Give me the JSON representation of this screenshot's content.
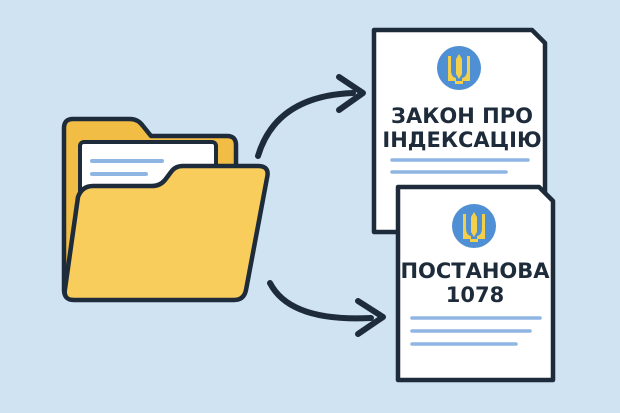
{
  "colors": {
    "background": "#cfe3f3",
    "outline": "#1d2b3a",
    "folder_yellow": "#f8cd5c",
    "folder_back": "#f1bd45",
    "paper": "#ffffff",
    "emblem_blue": "#4f8fd3",
    "emblem_gold": "#f3cf4a",
    "line_blue": "#8fb6e3"
  },
  "icons": [
    "folder-icon",
    "arrow-icon",
    "document-icon",
    "trident-emblem-icon"
  ],
  "documents": [
    {
      "title_line1": "ЗАКОН ПРО",
      "title_line2": "ІНДЕКСАЦІЮ"
    },
    {
      "title_line1": "ПОСТАНОВА",
      "title_line2": "1078"
    }
  ]
}
